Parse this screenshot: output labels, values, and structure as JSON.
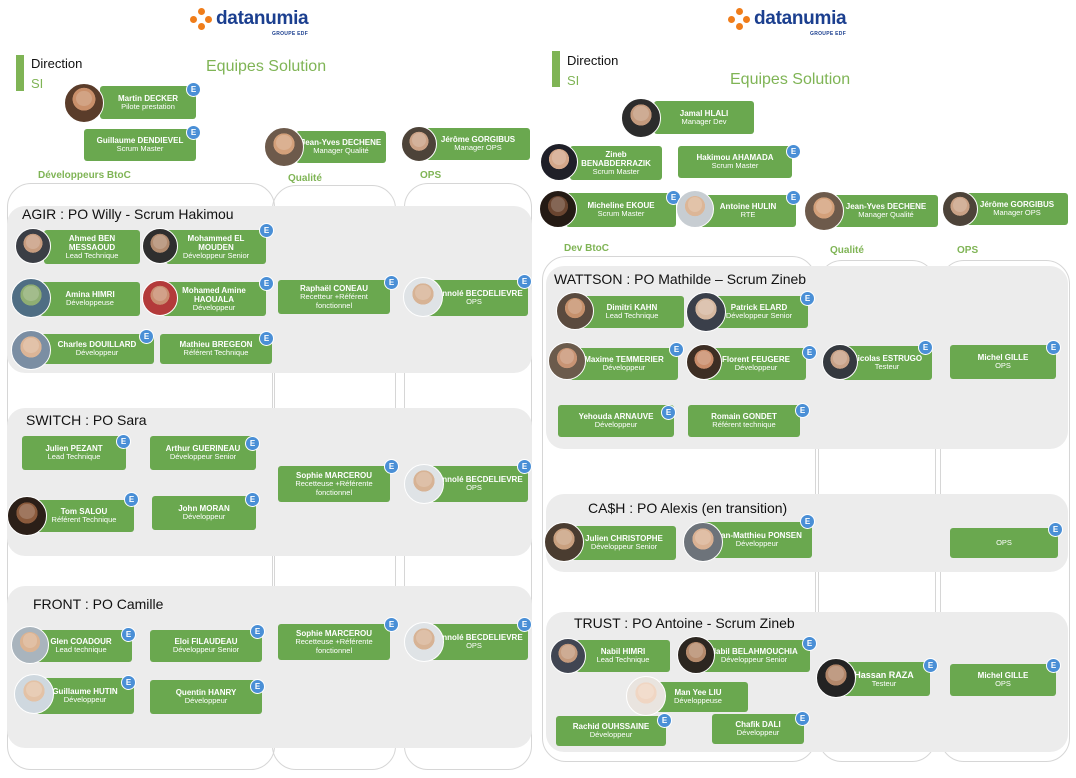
{
  "left": {
    "logo": {
      "brand": "datanumia",
      "group": "GROUPE EDF"
    },
    "direction": {
      "title": "Direction",
      "sub": "SI"
    },
    "equipes_title": "Equipes Solution",
    "columns": {
      "dev": "Développeurs BtoC",
      "qualite": "Qualité",
      "ops": "OPS"
    },
    "header_people": {
      "decker": {
        "name": "Martin DECKER",
        "role": "Pilote prestation",
        "badge": "E"
      },
      "dendievel": {
        "name": "Guillaume DENDIEVEL",
        "role": "Scrum Master",
        "badge": "E"
      },
      "dechene": {
        "name": "Jean-Yves DECHENE",
        "role": "Manager Qualité"
      },
      "gorgibus": {
        "name": "Jérôme GORGIBUS",
        "role": "Manager OPS"
      }
    },
    "agir": {
      "title": "AGIR : PO Willy - Scrum Hakimou",
      "messaoud": {
        "name": "Ahmed BEN MESSAOUD",
        "role": "Lead Technique"
      },
      "mouden": {
        "name": "Mohammed EL MOUDEN",
        "role": "Développeur Senior",
        "badge": "E"
      },
      "himri": {
        "name": "Amina HIMRI",
        "role": "Développeuse"
      },
      "haouala": {
        "name": "Mohamed Amine HAOUALA",
        "role": "Développeur",
        "badge": "E"
      },
      "douillard": {
        "name": "Charles DOUILLARD",
        "role": "Développeur",
        "badge": "E"
      },
      "bregeon": {
        "name": "Mathieu BREGEON",
        "role": "Référent Technique",
        "badge": "E"
      },
      "coneau": {
        "name": "Raphaël CONEAU",
        "role": "Recetteur +Référent fonctionnel",
        "badge": "E"
      },
      "becdelievre": {
        "name": "Gwennolé BECDELIEVRE",
        "role": "OPS",
        "badge": "E"
      }
    },
    "switch": {
      "title": "SWITCH : PO Sara",
      "pezant": {
        "name": "Julien PEZANT",
        "role": "Lead Technique",
        "badge": "E"
      },
      "guerineau": {
        "name": "Arthur GUERINEAU",
        "role": "Développeur Senior",
        "badge": "E"
      },
      "salou": {
        "name": "Tom SALOU",
        "role": "Référent Technique",
        "badge": "E"
      },
      "moran": {
        "name": "John MORAN",
        "role": "Développeur",
        "badge": "E"
      },
      "marcerou": {
        "name": "Sophie MARCEROU",
        "role": "Recetteuse +Référente fonctionnel",
        "badge": "E"
      },
      "becdelievre": {
        "name": "Gwennolé BECDELIEVRE",
        "role": "OPS",
        "badge": "E"
      }
    },
    "front": {
      "title": "FRONT : PO Camille",
      "coadour": {
        "name": "Glen COADOUR",
        "role": "Lead technique",
        "badge": "E"
      },
      "filaudeau": {
        "name": "Eloi FILAUDEAU",
        "role": "Développeur Senior",
        "badge": "E"
      },
      "hutin": {
        "name": "Guillaume HUTIN",
        "role": "Développeur",
        "badge": "E"
      },
      "hanry": {
        "name": "Quentin HANRY",
        "role": "Développeur",
        "badge": "E"
      },
      "marcerou": {
        "name": "Sophie MARCEROU",
        "role": "Recetteuse +Référente fonctionnel",
        "badge": "E"
      },
      "becdelievre": {
        "name": "Gwennolé BECDELIEVRE",
        "role": "OPS",
        "badge": "E"
      }
    }
  },
  "right": {
    "logo": {
      "brand": "datanumia",
      "group": "GROUPE EDF"
    },
    "direction": {
      "title": "Direction",
      "sub": "SI"
    },
    "equipes_title": "Equipes Solution",
    "columns": {
      "dev": "Dev BtoC",
      "qualite": "Qualité",
      "ops": "OPS"
    },
    "header_people": {
      "hlali": {
        "name": "Jamal HLALI",
        "role": "Manager Dev"
      },
      "benabderrazik": {
        "name": "Zineb BENABDERRAZIK",
        "role": "Scrum Master"
      },
      "ahamada": {
        "name": "Hakimou AHAMADA",
        "role": "Scrum Master",
        "badge": "E"
      },
      "ekoue": {
        "name": "Micheline EKOUE",
        "role": "Scrum Master",
        "badge": "E"
      },
      "hulin": {
        "name": "Antoine HULIN",
        "role": "RTE",
        "badge": "E"
      },
      "dechene": {
        "name": "Jean-Yves DECHENE",
        "role": "Manager Qualité"
      },
      "gorgibus": {
        "name": "Jérôme GORGIBUS",
        "role": "Manager OPS"
      }
    },
    "wattson": {
      "title": "WATTSON : PO Mathilde – Scrum Zineb",
      "kahn": {
        "name": "Dimitri  KAHN",
        "role": "Lead Technique"
      },
      "elard": {
        "name": "Patrick ELARD",
        "role": "Développeur Senior",
        "badge": "E"
      },
      "temmerier": {
        "name": "Maxime TEMMERIER",
        "role": "Développeur",
        "badge": "E"
      },
      "feugere": {
        "name": "Florent FEUGERE",
        "role": "Développeur",
        "badge": "E"
      },
      "arnauve": {
        "name": "Yehouda ARNAUVE",
        "role": "Développeur",
        "badge": "E"
      },
      "gondet": {
        "name": "Romain GONDET",
        "role": "Référent technique",
        "badge": "E"
      },
      "estrugo": {
        "name": "Nicolas ESTRUGO",
        "role": "Testeur",
        "badge": "E"
      },
      "gille": {
        "name": "Michel GILLE",
        "role": "OPS",
        "badge": "E"
      }
    },
    "cash": {
      "title": "CA$H : PO Alexis (en transition)",
      "christophe": {
        "name": "Julien CHRISTOPHE",
        "role": "Développeur Senior"
      },
      "ponsen": {
        "name": "Jean-Matthieu PONSEN",
        "role": "Développeur",
        "badge": "E"
      },
      "ops": {
        "role": "OPS",
        "badge": "E"
      }
    },
    "trust": {
      "title": "TRUST : PO Antoine - Scrum Zineb",
      "nhimri": {
        "name": "Nabil HIMRI",
        "role": "Lead Technique"
      },
      "belahmouchia": {
        "name": "Nabil BELAHMOUCHIA",
        "role": "Développeur Senior",
        "badge": "E"
      },
      "liu": {
        "name": "Man Yee LIU",
        "role": "Développeuse"
      },
      "ouhssaine": {
        "name": "Rachid OUHSSAINE",
        "role": "Développeur",
        "badge": "E"
      },
      "dali": {
        "name": "Chafik DALI",
        "role": "Développeur",
        "badge": "E"
      },
      "raza": {
        "name": "Hassan RAZA",
        "role": "Testeur",
        "badge": "E"
      },
      "gille": {
        "name": "Michel GILLE",
        "role": "OPS",
        "badge": "E"
      }
    }
  }
}
